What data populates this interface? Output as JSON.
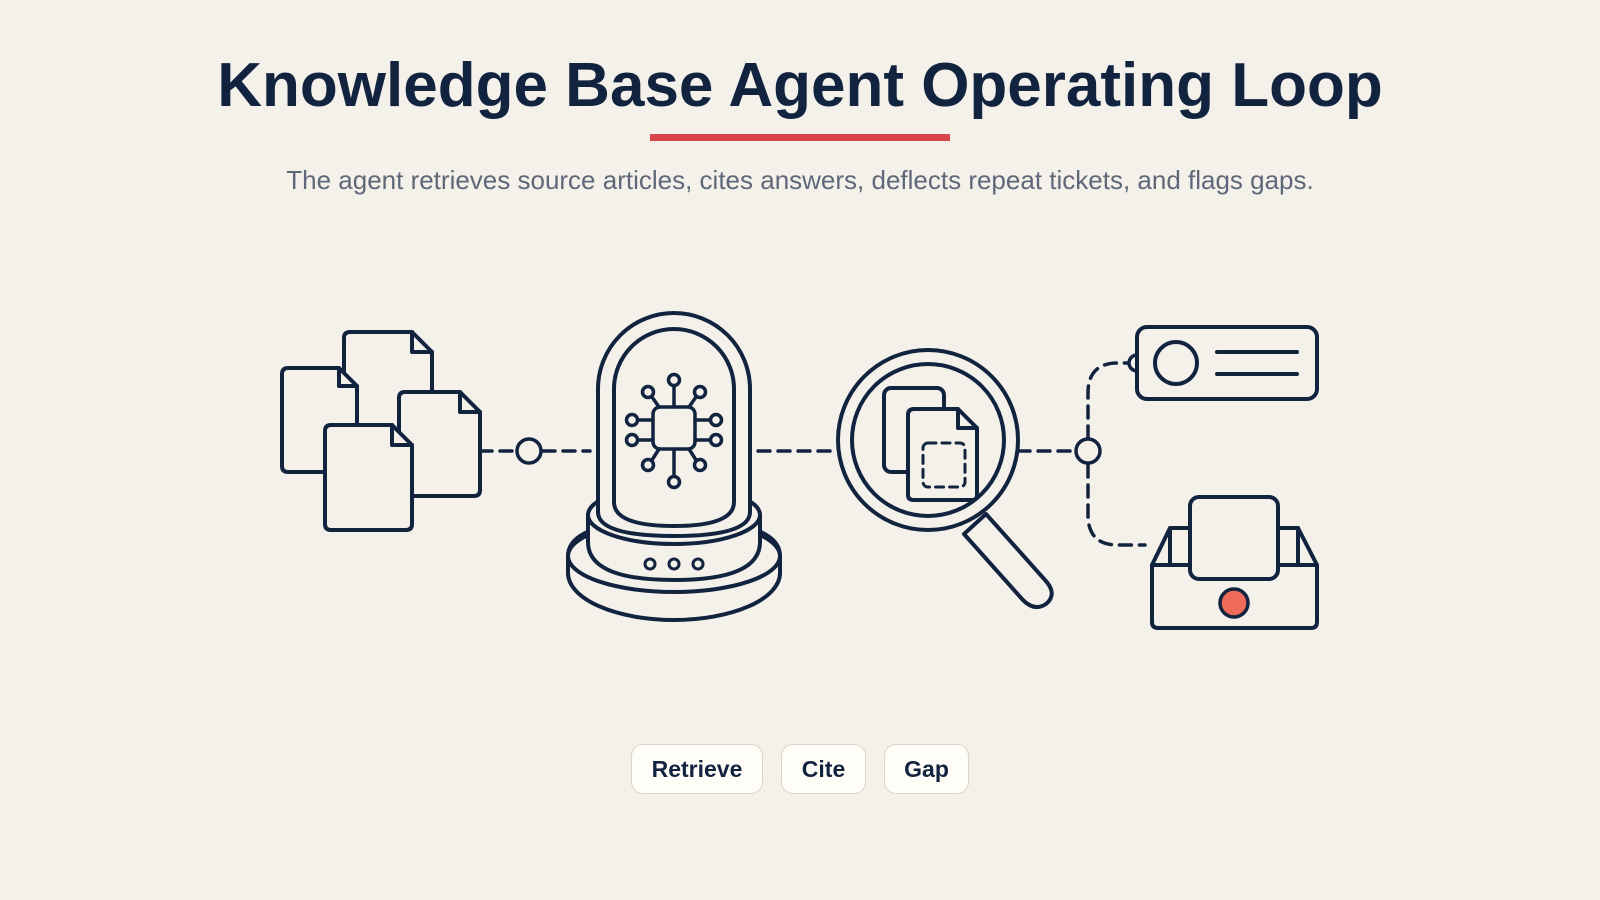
{
  "header": {
    "title": "Knowledge Base Agent Operating Loop",
    "subtitle": "The agent retrieves source articles, cites answers, deflects repeat tickets, and flags gaps.",
    "accent_color": "#d9434b"
  },
  "diagram": {
    "stroke_color": "#12233f",
    "alert_color": "#f06a5a",
    "icons": [
      "document-stack-icon",
      "ai-chip-dome-icon",
      "magnifying-glass-document-icon",
      "id-card-icon",
      "ticket-tray-alert-icon"
    ]
  },
  "steps": [
    {
      "label": "Retrieve"
    },
    {
      "label": "Cite"
    },
    {
      "label": "Gap"
    }
  ]
}
